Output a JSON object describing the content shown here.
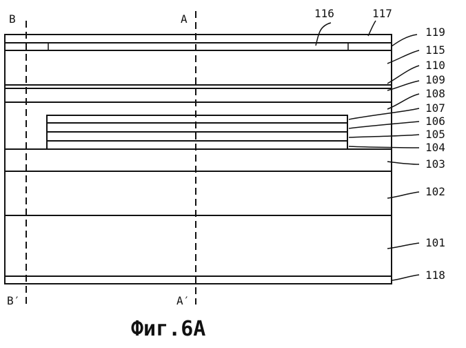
{
  "figure": {
    "caption": "Фиг.6A",
    "section_labels": {
      "B": "B",
      "A": "A",
      "B_prime": "B′",
      "A_prime": "A′"
    },
    "layer_labels": {
      "l116": "116",
      "l117": "117",
      "l119": "119",
      "l115": "115",
      "l110": "110",
      "l109": "109",
      "l108": "108",
      "l107": "107",
      "l106": "106",
      "l105": "105",
      "l104": "104",
      "l103": "103",
      "l102": "102",
      "l101": "101",
      "l118": "118"
    }
  }
}
